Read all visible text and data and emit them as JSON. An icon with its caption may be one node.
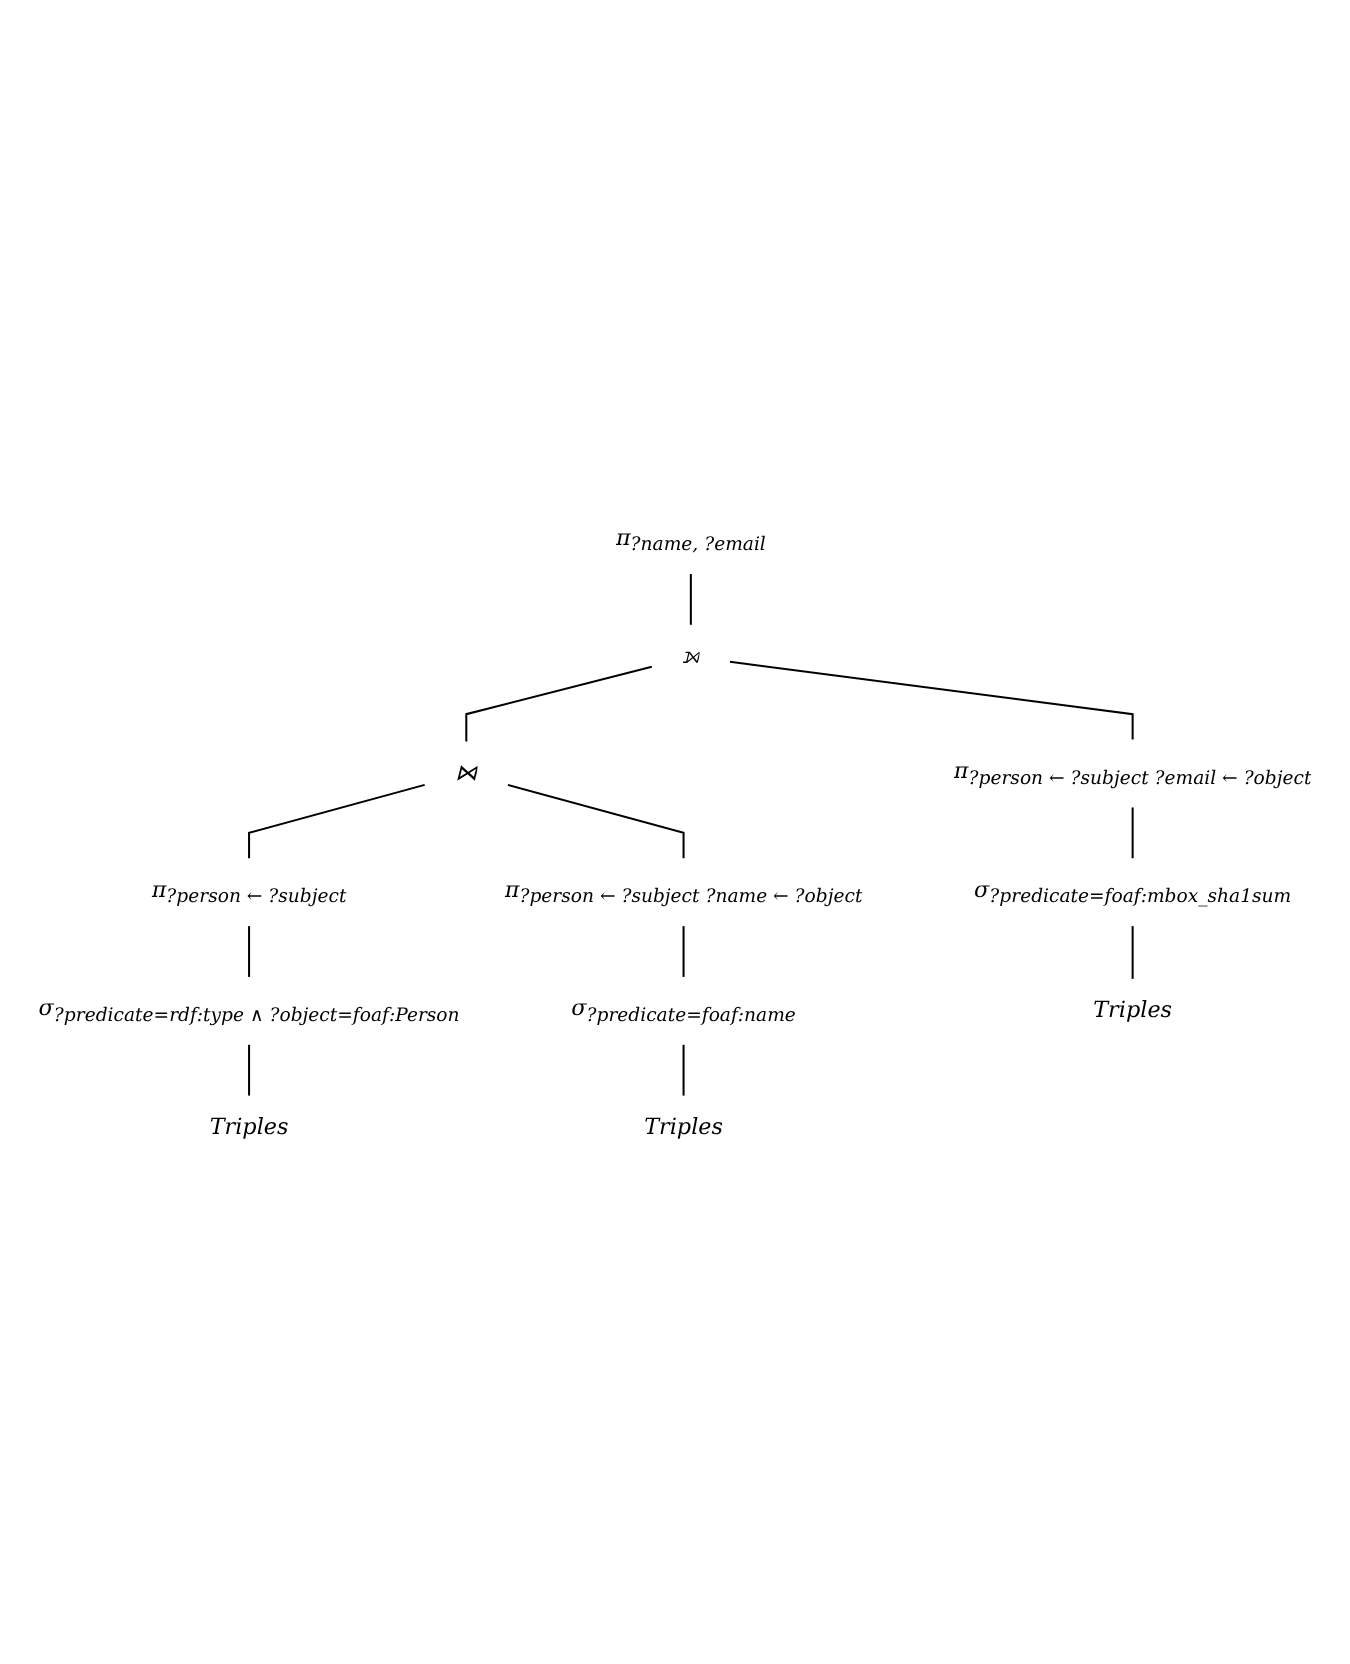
{
  "diagram": {
    "nodes": [
      {
        "text": [
          "π$_{?name, ?email}$"
        ]
      },
      {
        "text": [
          "⟕"
        ]
      },
      {
        "text": [
          "⋈"
        ]
      },
      {
        "text": [
          "π$_{?person ← ?subject}$"
        ]
      },
      {
        "text": [
          "π$_{?person ← ?subject ?name ← ?object}$"
        ]
      },
      {
        "text": [
          "π$_{?person ← ?subject ?email ← ?object}$"
        ]
      },
      {
        "text": [
          "σ$_{?predicate=rdf:type ∧ ?object=foaf:Person}$"
        ]
      },
      {
        "text": [
          "σ$_{?predicate=foaf:name}$"
        ]
      },
      {
        "text": [
          "σ$_{?predicate=foaf:mbox_sha1sum}$"
        ]
      },
      {
        "text": [
          "Triples"
        ]
      },
      {
        "text": [
          "Triples"
        ]
      },
      {
        "text": [
          "Triples"
        ]
      }
    ],
    "edges": [
      {
        "from": 0,
        "to": 1,
        "arrow": "none"
      },
      {
        "from": 1,
        "to": 2,
        "arrow": "none"
      },
      {
        "from": 1,
        "to": 5,
        "arrow": "none"
      },
      {
        "from": 2,
        "to": 3,
        "arrow": "none"
      },
      {
        "from": 2,
        "to": 4,
        "arrow": "none"
      },
      {
        "from": 3,
        "to": 6,
        "arrow": "none"
      },
      {
        "from": 4,
        "to": 7,
        "arrow": "none"
      },
      {
        "from": 5,
        "to": 8,
        "arrow": "none"
      },
      {
        "from": 6,
        "to": 9,
        "arrow": "none"
      },
      {
        "from": 7,
        "to": 10,
        "arrow": "none"
      },
      {
        "from": 8,
        "to": 11,
        "arrow": "none"
      }
    ]
  }
}
